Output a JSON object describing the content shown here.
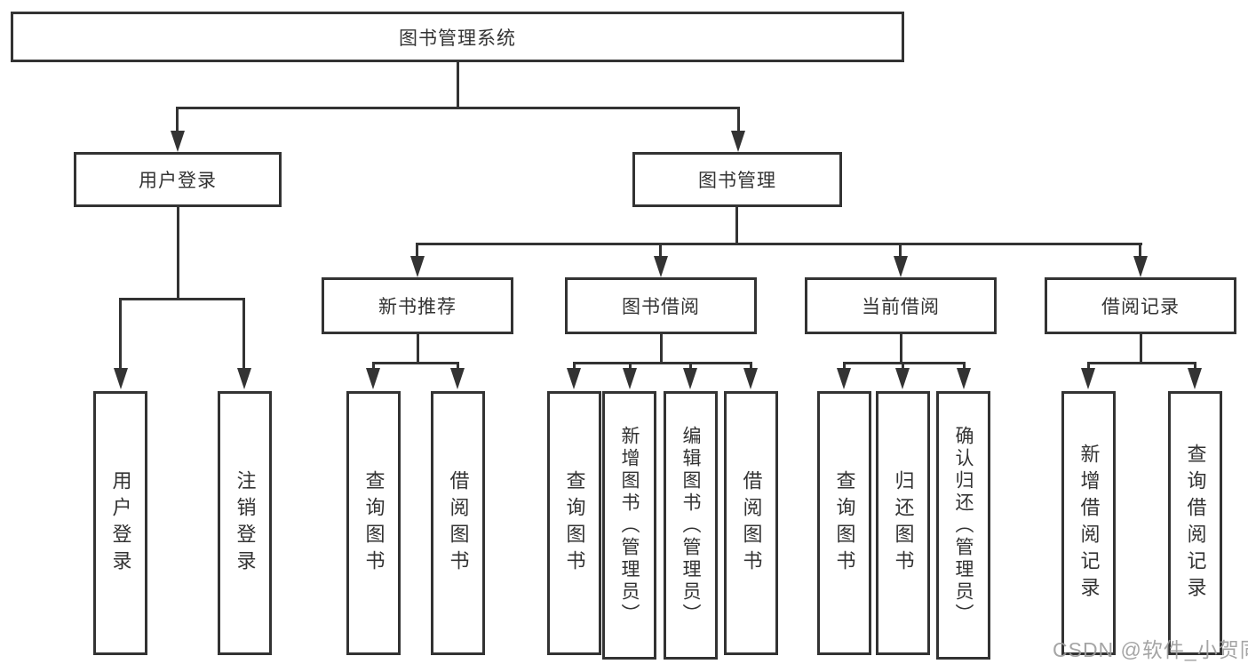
{
  "diagram_title": "图书管理系统",
  "colors": {
    "line": "#333333",
    "text": "#333333",
    "background": "#ffffff",
    "watermark": "#9e9e9e"
  },
  "tree": {
    "root": "图书管理系统",
    "children": [
      {
        "label": "用户登录",
        "children": [
          "用户登录",
          "注销登录"
        ]
      },
      {
        "label": "图书管理",
        "children": [
          {
            "label": "新书推荐",
            "children": [
              "查询图书",
              "借阅图书"
            ]
          },
          {
            "label": "图书借阅",
            "children": [
              "查询图书",
              "新增图书（管理员）",
              "编辑图书（管理员）",
              "借阅图书"
            ]
          },
          {
            "label": "当前借阅",
            "children": [
              "查询图书",
              "归还图书",
              "确认归还（管理员）"
            ]
          },
          {
            "label": "借阅记录",
            "children": [
              "新增借阅记录",
              "查询借阅记录"
            ]
          }
        ]
      }
    ]
  },
  "watermark": "CSDN @软件_小贺同学"
}
